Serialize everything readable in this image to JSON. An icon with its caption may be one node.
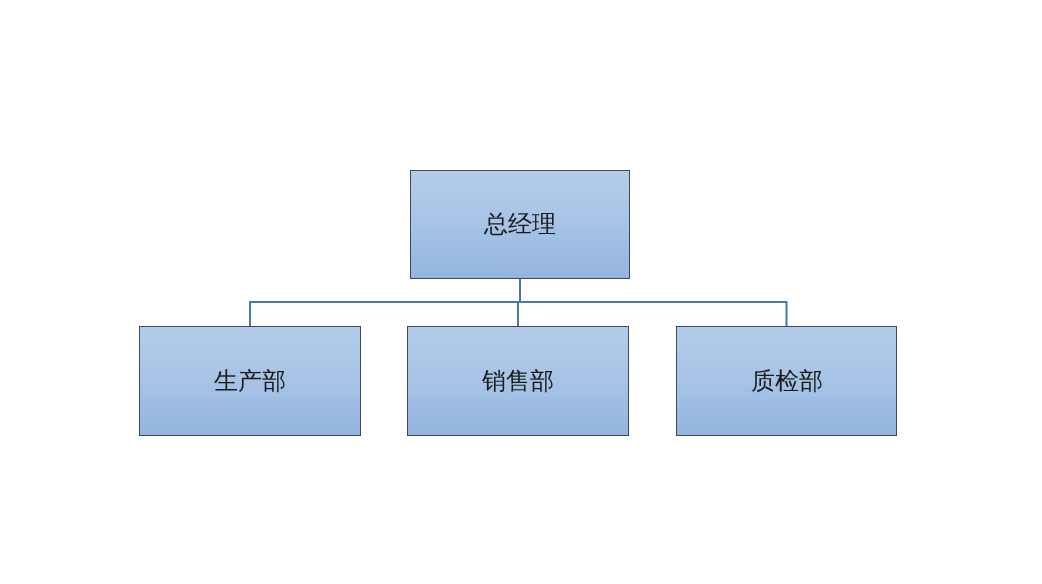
{
  "diagram": {
    "nodes": [
      {
        "text": [
          "总经理"
        ]
      },
      {
        "text": [
          "生产部"
        ]
      },
      {
        "text": [
          "销售部"
        ]
      },
      {
        "text": [
          "质检部"
        ]
      }
    ],
    "edges": [
      {
        "from": 0,
        "to": 1,
        "arrow": "none"
      },
      {
        "from": 0,
        "to": 2,
        "arrow": "none"
      },
      {
        "from": 0,
        "to": 3,
        "arrow": "none"
      }
    ]
  }
}
